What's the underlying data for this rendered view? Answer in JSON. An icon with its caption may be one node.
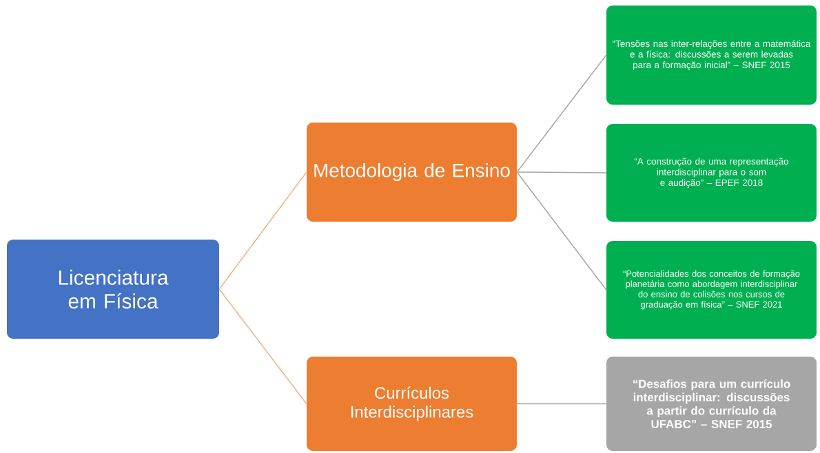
{
  "diagram": {
    "nodes": [
      {
        "text": [
          "Licenciatura em Física"
        ]
      },
      {
        "text": [
          "Metodologia de Ensino"
        ]
      },
      {
        "text": [
          "Currículos Interdisciplinares"
        ]
      },
      {
        "text": [
          "“Tensões nas inter-relações entre a matemática e a física: discussões a serem levadas para a formação inicial” – SNEF 2015"
        ]
      },
      {
        "text": [
          "“A construção de uma representação interdisciplinar para o som e audição” – EPEF 2018"
        ]
      },
      {
        "text": [
          "“Potencialidades dos conceitos de formação planetária como abordagem interdisciplinar do ensino de colisões nos cursos de graduação em física” – SNEF 2021"
        ]
      },
      {
        "text": [
          "“Desafios para um currículo interdisciplinar: discussões a partir do currículo da UFABC” – SNEF 2015"
        ]
      }
    ],
    "edges": [
      {
        "from": 0,
        "to": 1,
        "arrow": "none",
        "color": "#f4b183"
      },
      {
        "from": 0,
        "to": 2,
        "arrow": "none",
        "color": "#f4b183"
      },
      {
        "from": 1,
        "to": 3,
        "arrow": "none"
      },
      {
        "from": 1,
        "to": 4,
        "arrow": "none"
      },
      {
        "from": 1,
        "to": 5,
        "arrow": "none"
      },
      {
        "from": 2,
        "to": 6,
        "arrow": "none"
      }
    ]
  }
}
